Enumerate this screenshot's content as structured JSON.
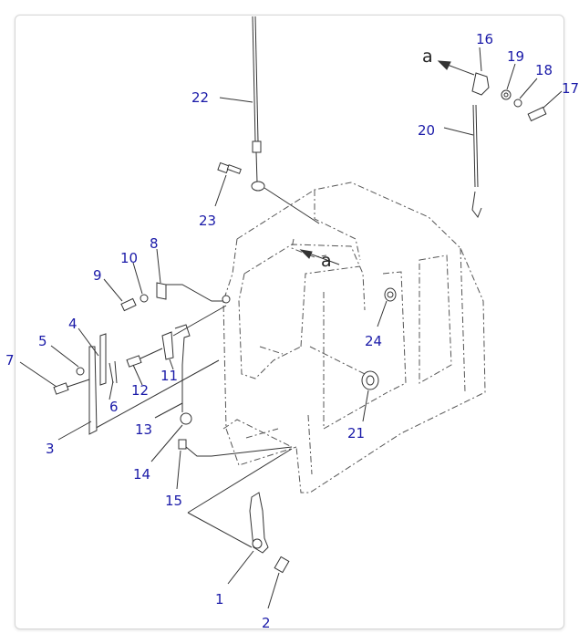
{
  "diagram": {
    "arrow_label": "a",
    "callouts": [
      "1",
      "2",
      "3",
      "4",
      "5",
      "6",
      "7",
      "8",
      "9",
      "10",
      "11",
      "12",
      "13",
      "14",
      "15",
      "16",
      "17",
      "18",
      "19",
      "20",
      "21",
      "22",
      "23",
      "24"
    ]
  }
}
